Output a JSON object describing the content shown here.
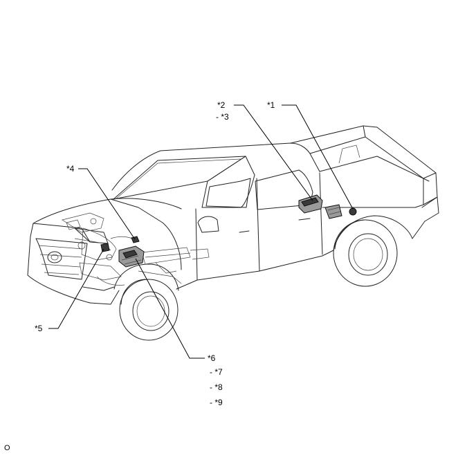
{
  "callouts": [
    {
      "id": "c1",
      "text": "*1"
    },
    {
      "id": "c2",
      "text": "*2"
    },
    {
      "id": "c3",
      "text": "- *3"
    },
    {
      "id": "c4",
      "text": "*4"
    },
    {
      "id": "c5",
      "text": "*5"
    },
    {
      "id": "c6",
      "text": "*6"
    },
    {
      "id": "c7",
      "text": "- *7"
    },
    {
      "id": "c8",
      "text": "- *8"
    },
    {
      "id": "c9",
      "text": "- *9"
    }
  ],
  "footer_code": "O"
}
